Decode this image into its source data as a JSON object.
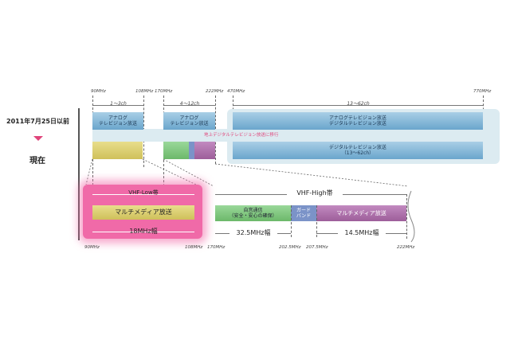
{
  "rows": {
    "before_label": "2011年7月25日以前",
    "now_label": "現在"
  },
  "top_ticks": [
    "90MHz",
    "108MHz",
    "170MHz",
    "222MHz",
    "470MHz",
    "770MHz"
  ],
  "ch_ranges": [
    "1～3ch",
    "4～12ch",
    "13～62ch"
  ],
  "before_bars": {
    "analog_low": "アナログ\nテレビジョン放送",
    "analog_high": "アナログ\nテレビジョン放送",
    "uhf": "アナログテレビジョン放送\nデジタルテレビジョン放送"
  },
  "transition_note": "地上デジタルテレビジョン放送に移行",
  "now_uhf": "デジタルテレビジョン放送\n（13～62ch）",
  "vhf_low": {
    "band": "VHF-Low帯",
    "service": "マルチメディア放送",
    "width": "18MHz幅"
  },
  "vhf_high": {
    "band": "VHF-High帯",
    "own_comm": "自営通信\n（安全・安心の確保）",
    "guard": "ガード\nバンド",
    "multimedia": "マルチメディア放送",
    "width_a": "32.5MHz幅",
    "width_b": "14.5MHz幅"
  },
  "bottom_ticks": [
    "90MHz",
    "108MHz",
    "170MHz",
    "202.5MHz",
    "207.5MHz",
    "222MHz"
  ],
  "colors": {
    "pink_glow": "#f06aa8",
    "pink_band": "#e8579a",
    "yellow": "#d9cc6a",
    "green": "#7cc67a",
    "purple": "#a66aa3",
    "guard_blue": "#7b93c8",
    "arrow": "#e0447a"
  }
}
